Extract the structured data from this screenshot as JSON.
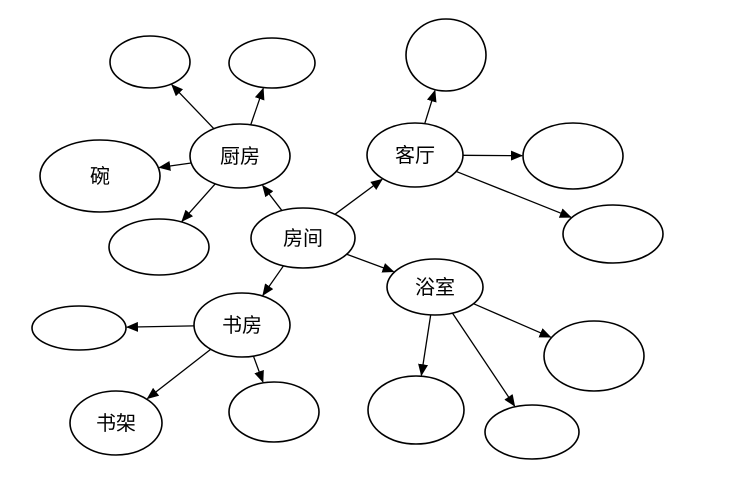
{
  "diagram": {
    "nodes": {
      "room": "房间",
      "kitchen": "厨房",
      "living_room": "客厅",
      "bathroom": "浴室",
      "study": "书房",
      "bowl": "碗",
      "bookshelf": "书架",
      "kitchen_blank_1": "",
      "kitchen_blank_2": "",
      "kitchen_blank_3": "",
      "living_blank_1": "",
      "living_blank_2": "",
      "living_blank_3": "",
      "bath_blank_1": "",
      "bath_blank_2": "",
      "bath_blank_3": "",
      "study_blank_1": "",
      "study_blank_2": ""
    },
    "edges": [
      {
        "from": "room",
        "to": "kitchen"
      },
      {
        "from": "room",
        "to": "living_room"
      },
      {
        "from": "room",
        "to": "bathroom"
      },
      {
        "from": "room",
        "to": "study"
      },
      {
        "from": "kitchen",
        "to": "kitchen_blank_1"
      },
      {
        "from": "kitchen",
        "to": "kitchen_blank_2"
      },
      {
        "from": "kitchen",
        "to": "bowl"
      },
      {
        "from": "kitchen",
        "to": "kitchen_blank_3"
      },
      {
        "from": "living_room",
        "to": "living_blank_1"
      },
      {
        "from": "living_room",
        "to": "living_blank_2"
      },
      {
        "from": "living_room",
        "to": "living_blank_3"
      },
      {
        "from": "bathroom",
        "to": "bath_blank_1"
      },
      {
        "from": "bathroom",
        "to": "bath_blank_2"
      },
      {
        "from": "bathroom",
        "to": "bath_blank_3"
      },
      {
        "from": "study",
        "to": "study_blank_1"
      },
      {
        "from": "study",
        "to": "bookshelf"
      },
      {
        "from": "study",
        "to": "study_blank_2"
      }
    ]
  }
}
